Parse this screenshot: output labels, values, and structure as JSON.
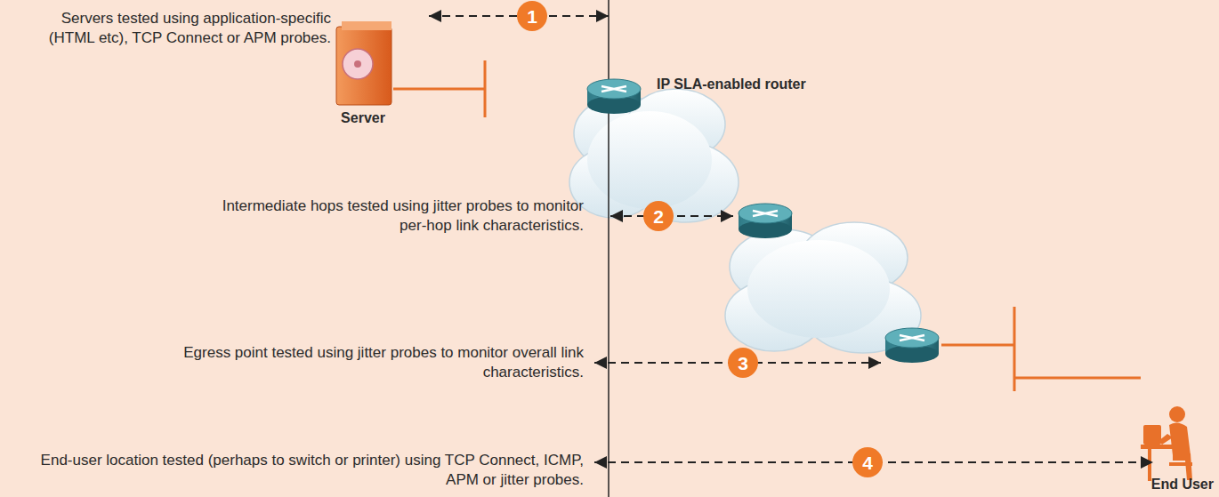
{
  "diagram": {
    "nodes": [
      {
        "text": [
          "1"
        ]
      },
      {
        "text": [
          "2"
        ]
      },
      {
        "text": [
          "3"
        ]
      },
      {
        "text": [
          "4"
        ]
      }
    ],
    "labels": [
      "Servers tested using application-specific (HTML etc), TCP Connect or APM probes.",
      "Server",
      "IP SLA-enabled router",
      "Intermediate hops tested using jitter probes to monitor per-hop link characteristics.",
      "Egress point tested using jitter probes to monitor overall link characteristics.",
      "End-user location tested (perhaps to switch or printer) using TCP Connect, ICMP, APM or jitter probes.",
      "End User"
    ]
  }
}
